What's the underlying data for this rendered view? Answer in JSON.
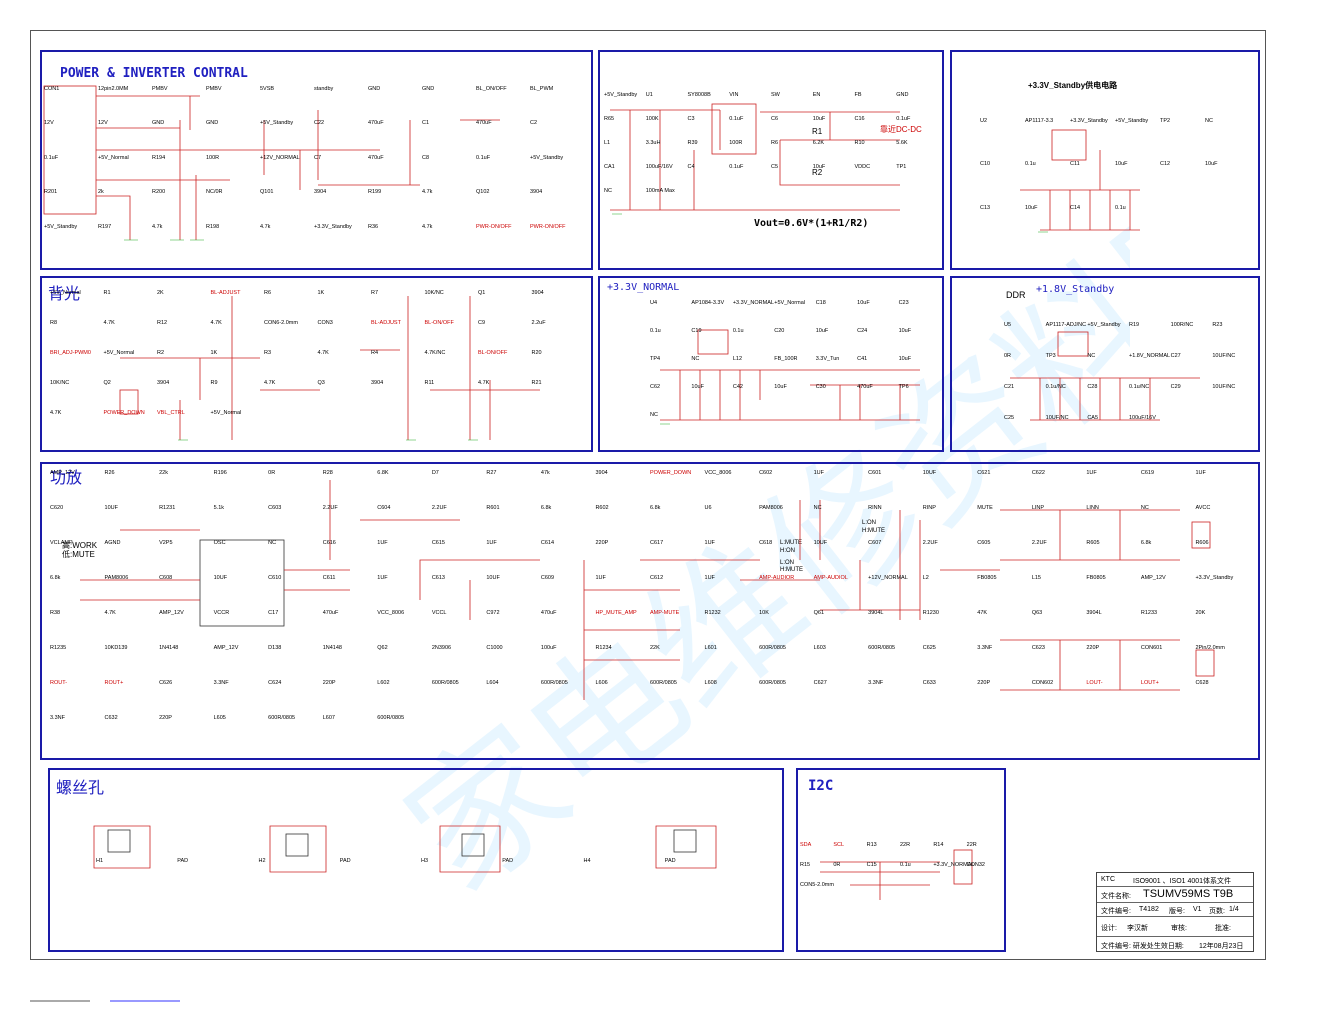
{
  "panels": {
    "power": "POWER & INVERTER CONTRAL",
    "backlight": "背光",
    "v33normal": "+3.3V_NORMAL",
    "v18standby": "+1.8V_Standby",
    "ddr": "DDR",
    "v33standby": "+3.3V_Standby供电电路",
    "amp": "功放",
    "screw": "螺丝孔",
    "i2c": "I2C"
  },
  "formula": "Vout=0.6V*(1+R1/R2)",
  "notes": {
    "r1": "R1",
    "r2": "R2",
    "near_dcdc": "靠近DC-DC",
    "work": "高:WORK",
    "mute": "低:MUTE",
    "lmute": "L:MUTE",
    "hon": "H:ON",
    "lon": "L:ON",
    "hmute": "H:MUTE",
    "lon2": "L:ON",
    "hmute2": "H:MUTE"
  },
  "labels": {
    "power": [
      "CON1",
      "12pin2.0MM",
      "PMBV",
      "PMBV",
      "5VSB",
      "standby",
      "GND",
      "GND",
      "BL_ON/OFF",
      "BL_PWM",
      "12V",
      "12V",
      "GND",
      "GND",
      "+5V_Standby",
      "C22",
      "470uF",
      "C1",
      "470uF",
      "C2",
      "0.1uF",
      "+5V_Normal",
      "R194",
      "100R",
      "+12V_NORMAL",
      "C7",
      "470uF",
      "C8",
      "0.1uF",
      "+5V_Standby",
      "R201",
      "2k",
      "R200",
      "NC/0R",
      "Q101",
      "3904",
      "R199",
      "4.7k",
      "Q102",
      "3904",
      "+5V_Standby",
      "R197",
      "4.7k",
      "R198",
      "4.7k",
      "+3.3V_Standby",
      "R36",
      "4.7k",
      "PWR-ON/OFF",
      "PWR-ON/OFF"
    ],
    "dcdc": [
      "+5V_Standby",
      "U1",
      "SY8008B",
      "VIN",
      "SW",
      "EN",
      "FB",
      "GND",
      "R65",
      "100K",
      "C3",
      "0.1uF",
      "C6",
      "10uF",
      "C16",
      "0.1uF",
      "L1",
      "3.3uH",
      "R39",
      "100R",
      "R6",
      "6.2K",
      "R10",
      "5.6K",
      "CA1",
      "100uF/16V",
      "C4",
      "0.1uF",
      "C5",
      "10uF",
      "VDDC",
      "TP1",
      "NC",
      "100mA Max"
    ],
    "v33sb": [
      "U2",
      "AP1117-3.3",
      "+3.3V_Standby",
      "+5V_Standby",
      "TP2",
      "NC",
      "C10",
      "0.1u",
      "C11",
      "10uF",
      "C12",
      "10uF",
      "C13",
      "10uF",
      "C14",
      "0.1u"
    ],
    "backlight": [
      "+5V_Normal",
      "R1",
      "2K",
      "BL-ADJUST",
      "R6",
      "1K",
      "R7",
      "10K/NC",
      "Q1",
      "3904",
      "R8",
      "4.7K",
      "R12",
      "4.7K",
      "CON6-2.0mm",
      "CON3",
      "BL-ADJUST",
      "BL-ON/OFF",
      "C9",
      "2.2uF",
      "BRI_ADJ-PWM0",
      "+5V_Normal",
      "R2",
      "1K",
      "R3",
      "4.7K",
      "R4",
      "4.7K/NC",
      "BL-ON/OFF",
      "R20",
      "10K/NC",
      "Q2",
      "3904",
      "R9",
      "4.7K",
      "Q3",
      "3904",
      "R11",
      "4.7K",
      "R21",
      "4.7K",
      "POWER_DOWN",
      "VBL_CTRL",
      "+5V_Normal"
    ],
    "v33n": [
      "U4",
      "AP1084-3.3V",
      "+3.3V_NORMAL",
      "+5V_Normal",
      "C18",
      "10uF",
      "C23",
      "0.1u",
      "C19",
      "0.1u",
      "C20",
      "10uF",
      "C24",
      "10uF",
      "TP4",
      "NC",
      "L12",
      "FB_100R",
      "3.3V_Tun",
      "C41",
      "10uF",
      "C62",
      "10uF",
      "C42",
      "10uF",
      "C30",
      "470uF",
      "TP6",
      "NC"
    ],
    "v18sb": [
      "U5",
      "AP1117-ADJ/NC",
      "+5V_Standby",
      "R19",
      "100R/NC",
      "R23",
      "0R",
      "TP3",
      "NC",
      "+1.8V_NORMAL",
      "C27",
      "10UF/NC",
      "C21",
      "0.1u/NC",
      "C28",
      "0.1u/NC",
      "C29",
      "10UF/NC",
      "C25",
      "10UF/NC",
      "CA5",
      "100uF/16V"
    ],
    "amp": [
      "AMP_12V",
      "R26",
      "22k",
      "R196",
      "0R",
      "R28",
      "6.8K",
      "D7",
      "R27",
      "47k",
      "3904",
      "POWER_DOWN",
      "VCC_8006",
      "C602",
      "1UF",
      "C601",
      "10UF",
      "C621",
      "C622",
      "1UF",
      "C619",
      "1UF",
      "C620",
      "10UF",
      "R1231",
      "5.1k",
      "C603",
      "2.2UF",
      "C604",
      "2.2UF",
      "R601",
      "6.8k",
      "R602",
      "6.8k",
      "U6",
      "PAM8006",
      "NC",
      "RINN",
      "RINP",
      "MUTE",
      "LINP",
      "LINN",
      "NC",
      "AVCC",
      "VCLAMP",
      "AGND",
      "V2P5",
      "OSC",
      "NC",
      "C616",
      "1UF",
      "C615",
      "1UF",
      "C614",
      "220P",
      "C617",
      "1UF",
      "C618",
      "10UF",
      "C607",
      "2.2UF",
      "C605",
      "2.2UF",
      "R605",
      "6.8k",
      "R606",
      "6.8k",
      "PAM8006",
      "C608",
      "10UF",
      "C610",
      "C611",
      "1UF",
      "C613",
      "10UF",
      "C609",
      "1UF",
      "C612",
      "1UF",
      "AMP-AUDIOR",
      "AMP-AUDIOL",
      "+12V_NORMAL",
      "L2",
      "FB0805",
      "L15",
      "FB0805",
      "AMP_12V",
      "+3.3V_Standby",
      "R38",
      "4.7K",
      "AMP_12V",
      "VCCR",
      "C17",
      "470uF",
      "VCC_8006",
      "VCCL",
      "C972",
      "470uF",
      "HP_MUTE_AMP",
      "AMP-MUTE",
      "R1232",
      "10K",
      "Q61",
      "3904L",
      "R1230",
      "47K",
      "Q63",
      "3904L",
      "R1233",
      "20K",
      "R1235",
      "10KD139",
      "1N4148",
      "AMP_12V",
      "D138",
      "1N4148",
      "Q62",
      "2N3906",
      "C1000",
      "100uF",
      "R1234",
      "22K",
      "L601",
      "600R/0805",
      "L603",
      "600R/0805",
      "C625",
      "3.3NF",
      "C623",
      "220P",
      "CON601",
      "2Pin/2.0mm",
      "ROUT-",
      "ROUT+",
      "C626",
      "3.3NF",
      "C624",
      "220P",
      "L602",
      "600R/0805",
      "L604",
      "600R/0805",
      "L606",
      "600R/0805",
      "L608",
      "600R/0805",
      "C627",
      "3.3NF",
      "C633",
      "220P",
      "CON602",
      "LOUT-",
      "LOUT+",
      "C628",
      "3.3NF",
      "C632",
      "220P",
      "L605",
      "600R/0805",
      "L607",
      "600R/0805"
    ],
    "screw": [
      "H1",
      "PAD",
      "H2",
      "PAD",
      "H3",
      "PAD",
      "H4",
      "PAD"
    ],
    "i2c": [
      "SDA",
      "SCL",
      "R13",
      "22R",
      "R14",
      "22R",
      "R15",
      "0R",
      "C15",
      "0.1u",
      "+3.3V_NORMAL",
      "CON32",
      "CON5-2.0mm"
    ]
  },
  "titleblock": {
    "company": "KTC",
    "iso": "ISO9001 、ISO1 4001体系文件",
    "file_name_label": "文件名称:",
    "file_name": "TSUMV59MS T9B",
    "file_no_label": "文件编号:",
    "file_no": "T4182",
    "version_label": "版号:",
    "version": "V1",
    "page_label": "页数:",
    "page": "1/4",
    "design_label": "设计:",
    "designer": "李汉新",
    "review_label": "审核:",
    "approve_label": "批准:",
    "issue_label": "文件编号: 研发处生效日期:",
    "date": "12年08月23日"
  },
  "watermark": "家电维修资料网"
}
